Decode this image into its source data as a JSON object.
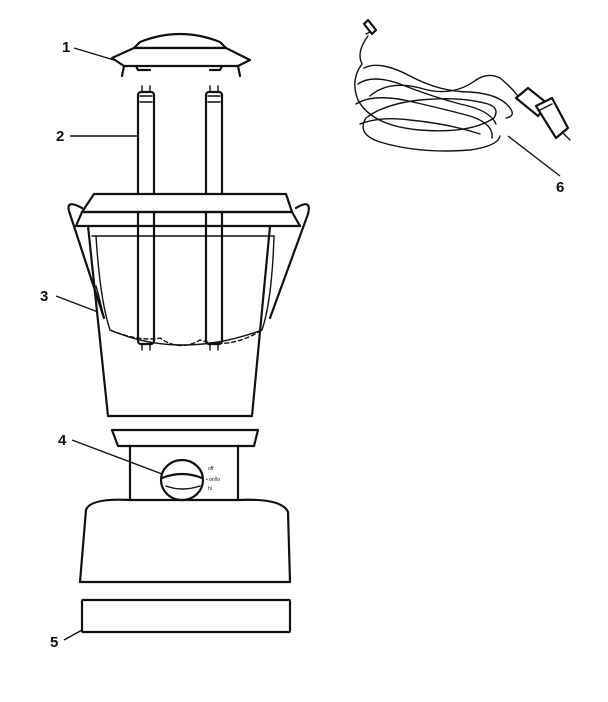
{
  "callouts": [
    {
      "id": "1",
      "label": "1"
    },
    {
      "id": "2",
      "label": "2"
    },
    {
      "id": "3",
      "label": "3"
    },
    {
      "id": "4",
      "label": "4"
    },
    {
      "id": "5",
      "label": "5"
    },
    {
      "id": "6",
      "label": "6"
    }
  ],
  "switch_labels": [
    "off",
    "• on/lo",
    "hi"
  ],
  "colors": {
    "ink": "#111111",
    "paper": "#ffffff"
  }
}
